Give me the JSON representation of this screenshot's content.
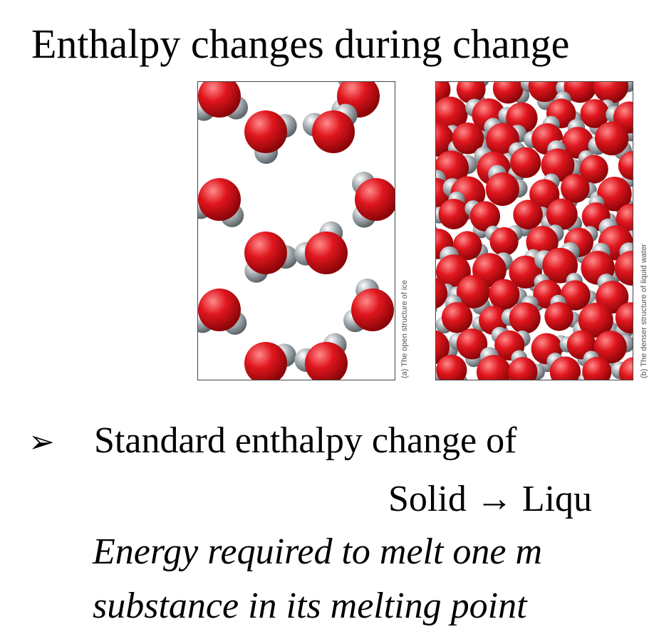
{
  "slide": {
    "title": "Enthalpy changes during change",
    "bullet_arrow": "➢",
    "bullet_text": "Standard enthalpy change of",
    "equation": "Solid → Liqu",
    "definition_line1": "Energy required to melt one m",
    "definition_line2": "substance in its melting point"
  },
  "figure": {
    "caption_a": "(a) The open structure of ice",
    "caption_b": "(b) The denser structure of liquid water",
    "colors": {
      "oxygen": "#e0161e",
      "hydrogen": "#9aa3a8",
      "border": "#444444"
    }
  }
}
